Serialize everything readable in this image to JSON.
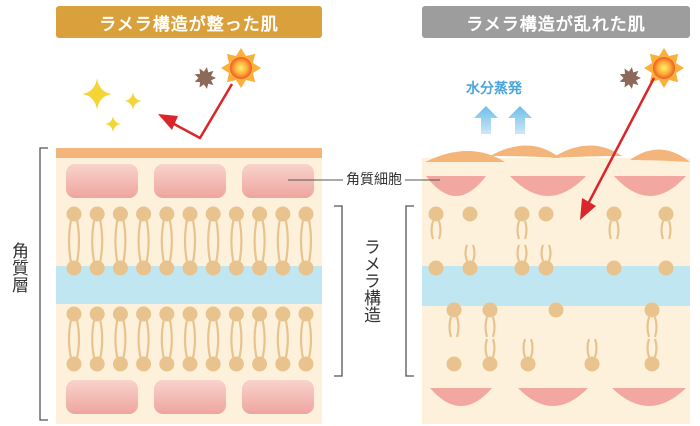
{
  "titles": {
    "left": "ラメラ構造が整った肌",
    "right": "ラメラ構造が乱れた肌"
  },
  "labels": {
    "stratum_corneum": "角質層",
    "corneocyte": "角質細胞",
    "lamellar": "ラメラ構造",
    "evaporation": "水分蒸発"
  },
  "colors": {
    "title_left_bg": "#d9a03c",
    "title_right_bg": "#9d9d9d",
    "skin_bg": "#fdf1dc",
    "water_band": "#bfe6f1",
    "cell": "#f2b9b2",
    "lipid_head": "#e8c38e",
    "arrow": "#d9262b",
    "evap_arrow": "#9fd3ee",
    "sparkle": "#f5d535",
    "sun": "#f7931e",
    "dust": "#8b6a5a"
  },
  "icons": [
    "sun-icon",
    "dust-particle-icon",
    "sparkle-icon",
    "reflect-arrow-icon",
    "penetrate-arrow-icon",
    "evaporation-arrow-icon"
  ]
}
